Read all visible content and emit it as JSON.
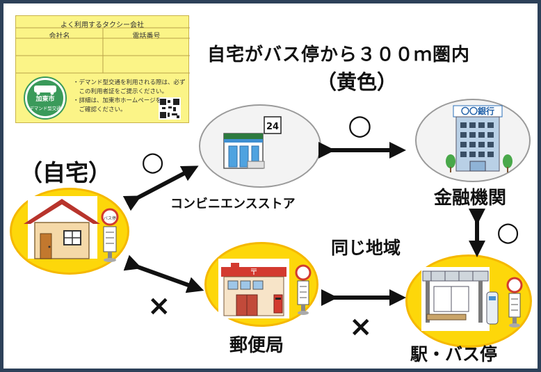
{
  "card": {
    "title": "よく利用するタクシー会社",
    "col_company": "会社名",
    "col_phone": "電話番号",
    "logo_city": "加東市",
    "logo_sub": "デマンド型交通",
    "notes": [
      "・デマンド型交通を利用される際は、必ず",
      "　この利用者証をご提示ください。",
      "・詳細は、加東市ホームページを",
      "　ご確認ください。"
    ]
  },
  "heading": {
    "main": "自宅がバス停から３００ｍ圏内",
    "sub": "（黄色）"
  },
  "nodes": {
    "home": "（自宅）",
    "convenience_store": "コンビニエンスストア",
    "bank": "金融機関",
    "post_office": "郵便局",
    "station_bus": "駅・バス停",
    "store_sign": "24",
    "bank_sign": "〇〇銀行",
    "bus_stop_sign": "バス停"
  },
  "edges": {
    "same_area": "同じ地域",
    "home_store": "○",
    "store_bank": "○",
    "bank_station": "○",
    "home_post": "×",
    "post_station": "×"
  },
  "colors": {
    "yellow": "#fdd70a",
    "gray_ellipse": "#f3f3f3",
    "frame": "#2d4159"
  }
}
